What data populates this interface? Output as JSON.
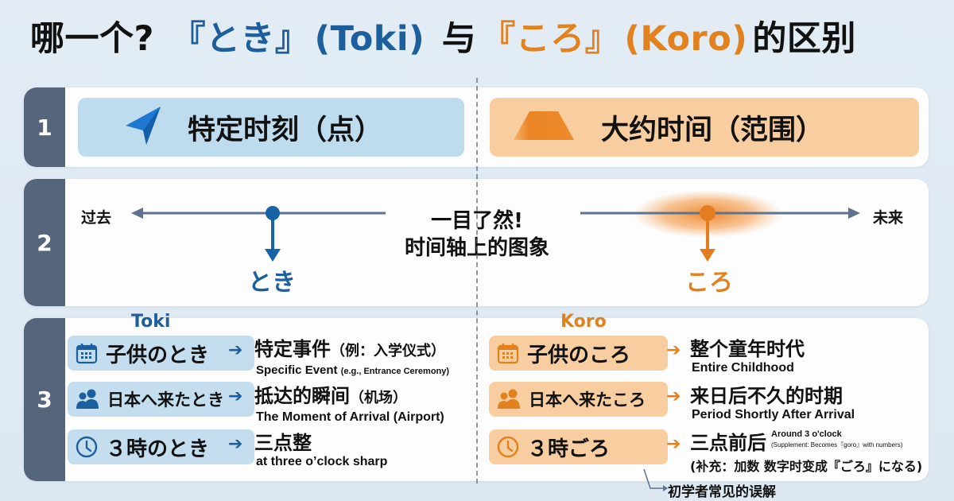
{
  "title": {
    "prefix": "哪一个?",
    "toki_kana": "『とき』",
    "toki_romaji": "(Toki)",
    "conj": "与",
    "koro_kana": "『ころ』",
    "koro_romaji": "(Koro)",
    "suffix": "的区别"
  },
  "colors": {
    "toki_blue": "#1d5f9c",
    "koro_orange": "#e2821f",
    "toki_bg": "#c4ddef",
    "koro_bg": "#f8cda0",
    "row_num_bg": "#55657c",
    "page_bg": "#e3ecf5"
  },
  "rows": {
    "r1": {
      "number": "1",
      "toki": {
        "icon": "navigation-arrow-icon",
        "label": "特定时刻（点）"
      },
      "koro": {
        "icon": "trapezoid-range-icon",
        "label": "大约时间（范围）"
      }
    },
    "r2": {
      "number": "2",
      "past_label": "过去",
      "future_label": "未来",
      "center_line1": "一目了然!",
      "center_line2": "时间轴上的图象",
      "toki_label": "とき",
      "koro_label": "ころ"
    },
    "r3": {
      "number": "3",
      "toki_header": "Toki",
      "koro_header": "Koro",
      "toki_items": [
        {
          "icon": "calendar-icon",
          "phrase": "子供のとき",
          "zh": "特定事件",
          "zh_paren": "（例：入学仪式）",
          "en": "Specific Event",
          "en_small": "(e.g., Entrance Ceremony)"
        },
        {
          "icon": "people-icon",
          "phrase": "日本へ来たとき",
          "zh": "抵达的瞬间",
          "zh_paren": "（机场）",
          "en": "The Moment of Arrival (Airport)",
          "en_small": ""
        },
        {
          "icon": "clock-icon",
          "phrase": "３時のとき",
          "zh": "三点整",
          "zh_paren": "",
          "en": "at three o’clock sharp",
          "en_small": ""
        }
      ],
      "koro_items": [
        {
          "icon": "calendar-icon",
          "phrase": "子供のころ",
          "zh": "整个童年时代",
          "en": "Entire Childhood"
        },
        {
          "icon": "people-icon",
          "phrase": "日本へ来たころ",
          "zh": "来日后不久的时期",
          "en": "Period Shortly After Arrival"
        },
        {
          "icon": "clock-icon",
          "phrase": "３時ごろ",
          "zh": "三点前后",
          "en": "Around 3 o'clock",
          "en_small": "(Supplement: Becomes『goro』with numbers)",
          "zh_note": "(补充：加数 数字时变成『ごろ』になる)"
        }
      ],
      "bottom_note": "初学者常见的误解"
    }
  }
}
